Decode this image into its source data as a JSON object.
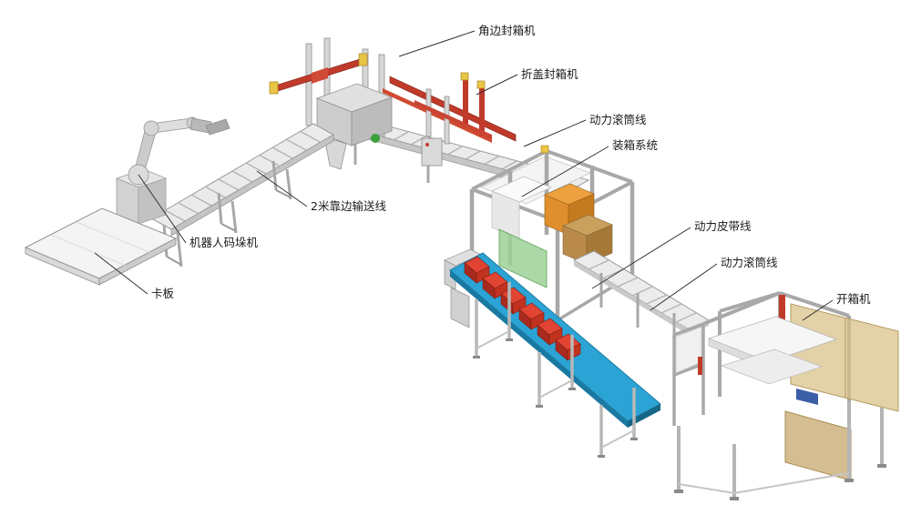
{
  "labels": {
    "corner_sealer": "角边封箱机",
    "flap_sealer": "折盖封箱机",
    "roller_line_top": "动力滚筒线",
    "packing_system": "装箱系统",
    "belt_line": "动力皮带线",
    "roller_line_right": "动力滚筒线",
    "case_opener": "开箱机",
    "edge_conveyor_2m": "2米靠边输送线",
    "robot_palletizer": "机器人码垛机",
    "pallet": "卡板"
  },
  "colors": {
    "background": "#ffffff",
    "label_text": "#1a1a1a",
    "leader_line": "#333333",
    "machine_red": "#c03a2a",
    "cap_yellow": "#e8c545",
    "belt_blue": "#2ba3d4",
    "box_red": "#d8402e",
    "box_orange": "#df8f2d",
    "panel_green": "#9ed096",
    "panel_amber": "#d8bf85",
    "frame_silver": "#d6d6d6",
    "frame_gray": "#a8a8a8",
    "logo_green": "#3aa03a"
  }
}
